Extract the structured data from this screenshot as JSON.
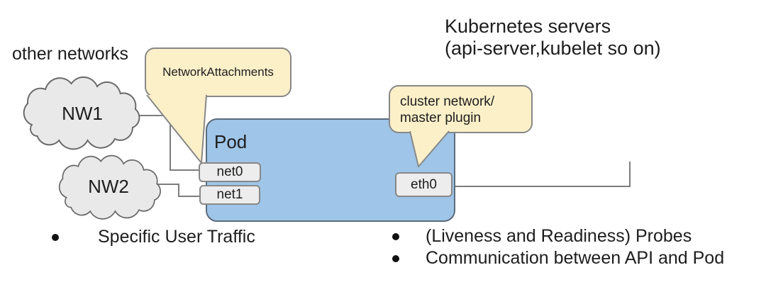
{
  "diagram": {
    "other_networks_label": "other networks",
    "kubernetes_servers": {
      "line1": "Kubernetes servers",
      "line2": "(api-server,kubelet so on)"
    },
    "pod": {
      "label": "Pod",
      "interfaces": {
        "net0": "net0",
        "net1": "net1",
        "eth0": "eth0"
      }
    },
    "clouds": [
      {
        "label": "NW1"
      },
      {
        "label": "NW2"
      }
    ],
    "callouts": {
      "network_attachments": {
        "text": "NetworkAttachments"
      },
      "cluster_network": {
        "line1": "cluster network/",
        "line2": "master plugin"
      }
    }
  },
  "bullets": {
    "left": [
      "Specific User Traffic"
    ],
    "right": [
      "(Liveness and Readiness) Probes",
      "Communication between API and Pod"
    ]
  },
  "colors": {
    "pod_fill": "#9fc5e8",
    "pod_border": "#5b6b7b",
    "callout_fill": "#fcf0c9",
    "callout_border": "#888888",
    "cloud_fill": "#e9e9e9",
    "cloud_border": "#686868",
    "box_fill": "#ededed",
    "box_border": "#888888",
    "line": "#7d7d7d",
    "text": "#1d1d1d",
    "bullet": "#111111"
  }
}
